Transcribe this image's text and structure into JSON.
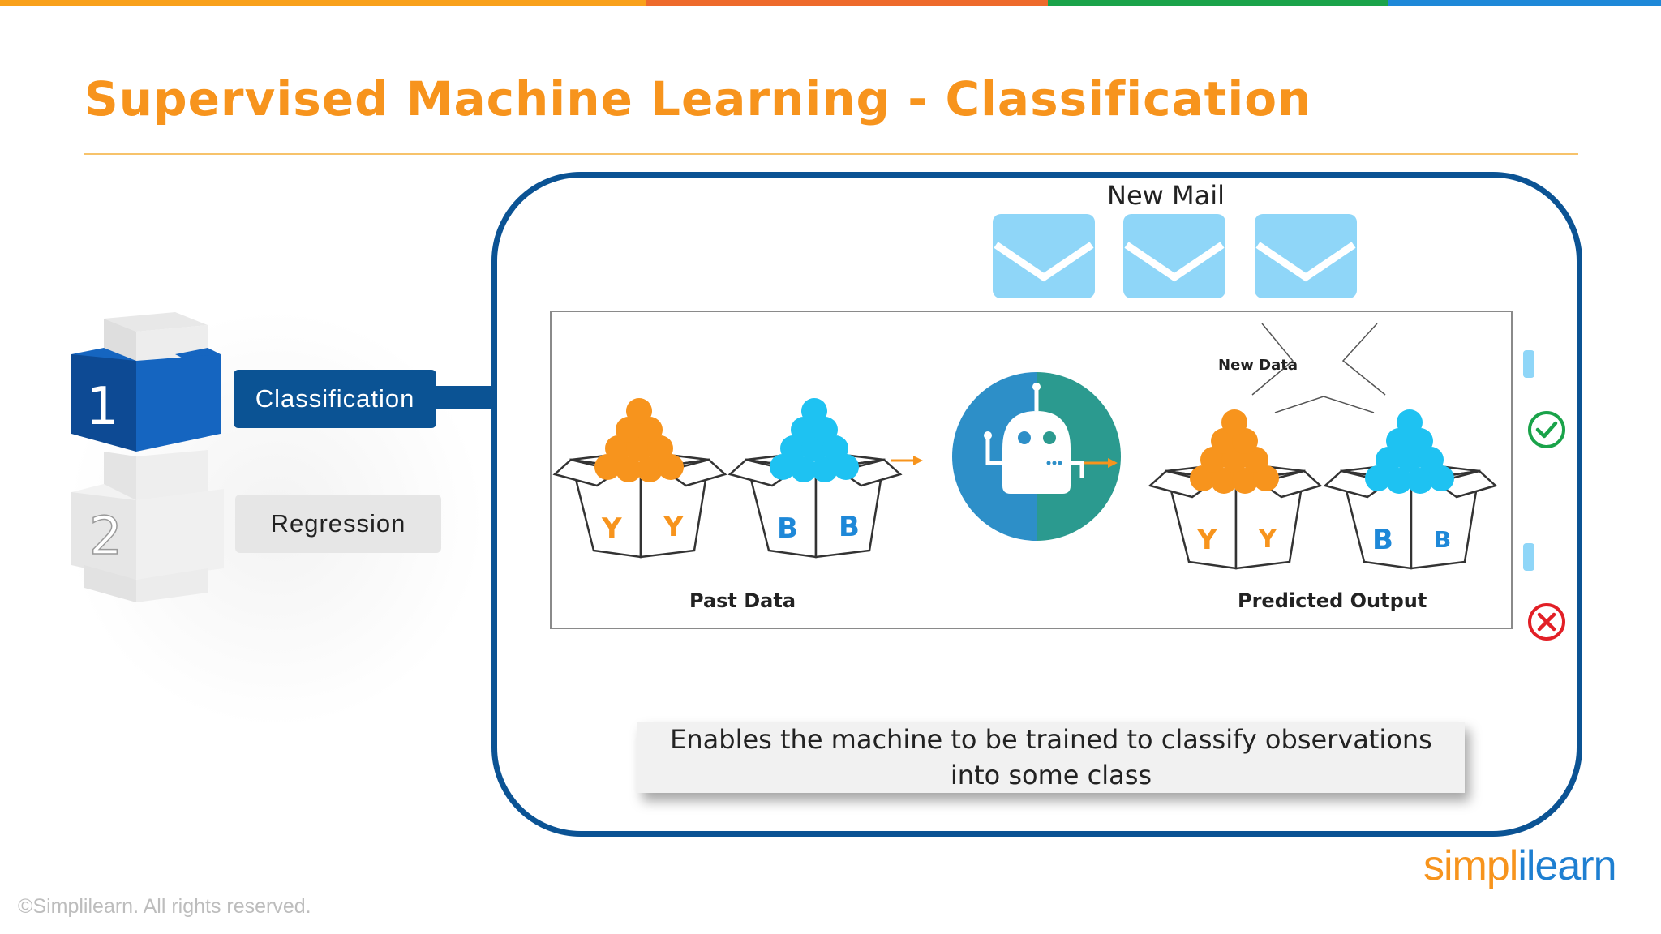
{
  "colors": {
    "title": "#f7941d",
    "rule": "#f7c36b",
    "topbar": [
      "#f9a11b",
      "#ee6a2b",
      "#1aa34a",
      "#1e88d8"
    ],
    "frame": "#0b5394",
    "active_label_bg": "#0b5394",
    "inactive_label_bg": "#e6e6e6",
    "mail": "#8fd6f8",
    "orange_ball": "#f7941d",
    "blue_ball": "#1ec2f2",
    "check": "#1aa34a",
    "cross": "#e21f26",
    "brand_orange": "#f7941d",
    "brand_blue": "#1e7fd1"
  },
  "slide": {
    "title": "Supervised Machine Learning - Classification",
    "copyright": "©Simplilearn. All rights reserved.",
    "brand": {
      "simpli": "simpl",
      "i": "i",
      "learn": "learn"
    }
  },
  "side_menu": {
    "items": [
      {
        "number": "1",
        "label": "Classification",
        "active": true
      },
      {
        "number": "2",
        "label": "Regression",
        "active": false
      }
    ]
  },
  "diagram": {
    "new_mail_label": "New Mail",
    "new_data_label": "New Data",
    "past_data_label": "Past Data",
    "predicted_output_label": "Predicted Output",
    "box_letters": {
      "past_orange": [
        "Y",
        "Y"
      ],
      "past_blue": [
        "B",
        "B"
      ],
      "pred_orange": [
        "Y",
        "Y"
      ],
      "pred_blue": [
        "B",
        "B"
      ]
    },
    "status_icons": [
      "check-icon",
      "cross-icon"
    ]
  },
  "description": {
    "line1": "Enables the machine to be trained to classify observations",
    "line2": "into some class"
  }
}
